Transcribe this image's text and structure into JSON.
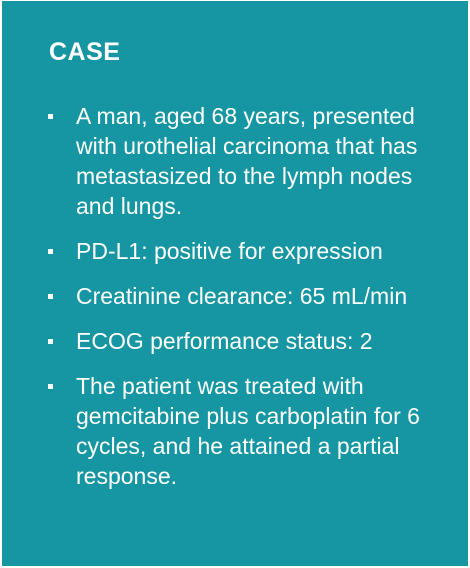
{
  "case": {
    "title": "CASE",
    "items": [
      "A man, aged 68 years, presented with urothelial carcinoma that has metastasized to the lymph nodes and lungs.",
      "PD-L1: positive for expression",
      "Creatinine clearance: 65 mL/min",
      "ECOG performance status: 2",
      "The patient was treated with gemcitabine plus carboplatin for 6 cycles, and he attained a partial response."
    ],
    "colors": {
      "background": "#1596a2",
      "text": "#ffffff"
    }
  }
}
